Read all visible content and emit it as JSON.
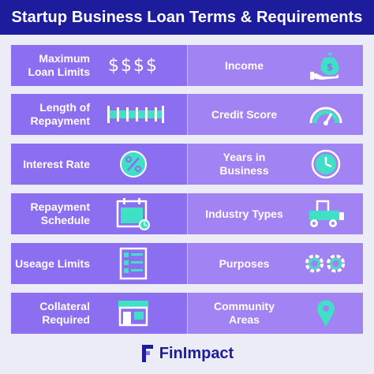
{
  "title": "Startup Business Loan Terms & Requirements",
  "rows": [
    {
      "left": {
        "label": "Maximum Loan Limits",
        "icon": "dollar-signs-icon",
        "glyph": "$$$$"
      },
      "right": {
        "label": "Income",
        "icon": "money-bag-hand-icon"
      }
    },
    {
      "left": {
        "label": "Length of Repayment",
        "icon": "timeline-icon"
      },
      "right": {
        "label": "Credit Score",
        "icon": "gauge-icon"
      }
    },
    {
      "left": {
        "label": "Interest Rate",
        "icon": "percent-icon"
      },
      "right": {
        "label": "Years in Business",
        "icon": "clock-icon"
      }
    },
    {
      "left": {
        "label": "Repayment Schedule",
        "icon": "calendar-icon"
      },
      "right": {
        "label": "Industry Types",
        "icon": "vehicle-icon"
      }
    },
    {
      "left": {
        "label": "Useage Limits",
        "icon": "checklist-icon"
      },
      "right": {
        "label": "Purposes",
        "icon": "gears-icon"
      }
    },
    {
      "left": {
        "label": "Collateral Required",
        "icon": "storefront-icon"
      },
      "right": {
        "label": "Community Areas",
        "icon": "location-pin-icon"
      }
    }
  ],
  "footer": {
    "brand": "FinImpact"
  },
  "colors": {
    "title_bg": "#1c1c9c",
    "cell_left": "#8b6ff0",
    "cell_right": "#a283f3",
    "icon_accent": "#3fe0c5",
    "page_bg": "#ececf6"
  }
}
